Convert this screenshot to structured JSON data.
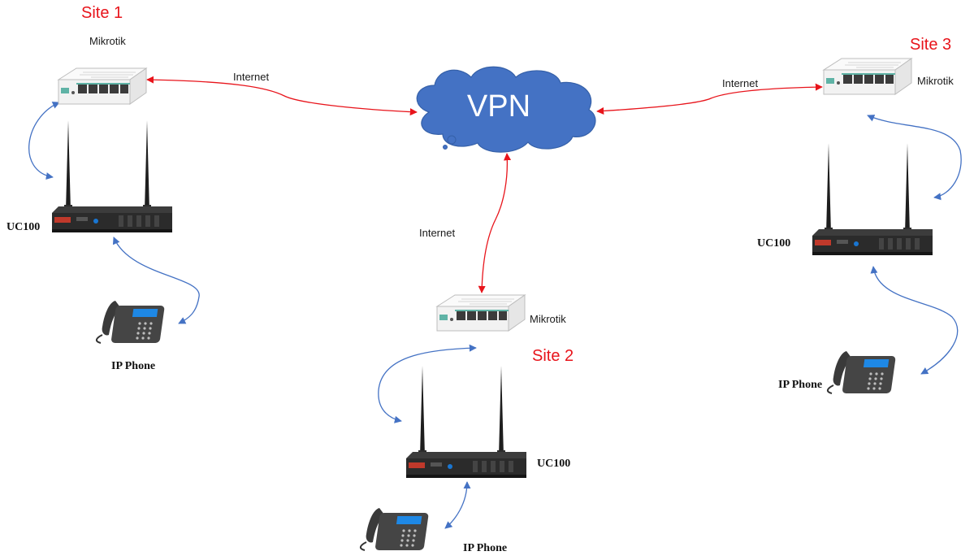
{
  "sites": [
    {
      "name": "Site 1",
      "router": "Mikrotik",
      "pbx": "UC100",
      "phone": "IP Phone",
      "link": "Internet"
    },
    {
      "name": "Site 2",
      "router": "Mikrotik",
      "pbx": "UC100",
      "phone": "IP Phone",
      "link": "Internet"
    },
    {
      "name": "Site 3",
      "router": "Mikrotik",
      "pbx": "UC100",
      "phone": "IP Phone",
      "link": "Internet"
    }
  ],
  "vpn": {
    "label": "VPN"
  },
  "colors": {
    "site_label": "#e8141b",
    "internet_link": "#e8141b",
    "lan_link": "#4472c4",
    "cloud": "#4472c4",
    "router_body": "#f2f2f2",
    "router_accent": "#5fb3a6",
    "pbx_body": "#2b2b2b"
  },
  "icons": [
    "router-icon",
    "pbx-device-icon",
    "ip-phone-icon",
    "cloud-icon"
  ]
}
